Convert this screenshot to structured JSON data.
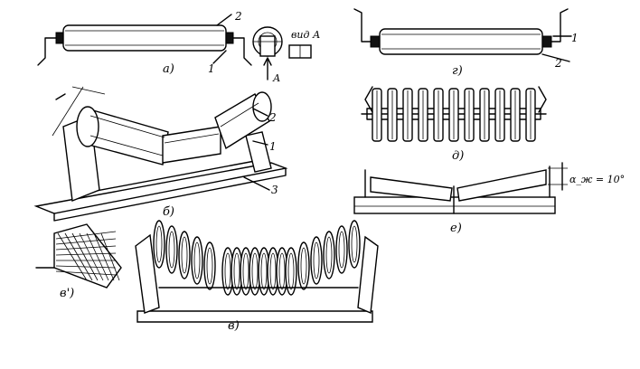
{
  "figures": {
    "a": {
      "caption": "а)",
      "callouts": [
        "2",
        "1"
      ],
      "view_label": "вид А",
      "arrow_label": "А"
    },
    "b": {
      "caption": "б)",
      "callouts": [
        "2",
        "1",
        "3"
      ]
    },
    "b_prime": {
      "caption": "в')"
    },
    "v": {
      "caption": "в)"
    },
    "g": {
      "caption": "г)",
      "callouts": [
        "1",
        "2"
      ]
    },
    "d": {
      "caption": "д)"
    },
    "e": {
      "caption": "е)",
      "angle_label": "α_ж = 10°"
    }
  }
}
